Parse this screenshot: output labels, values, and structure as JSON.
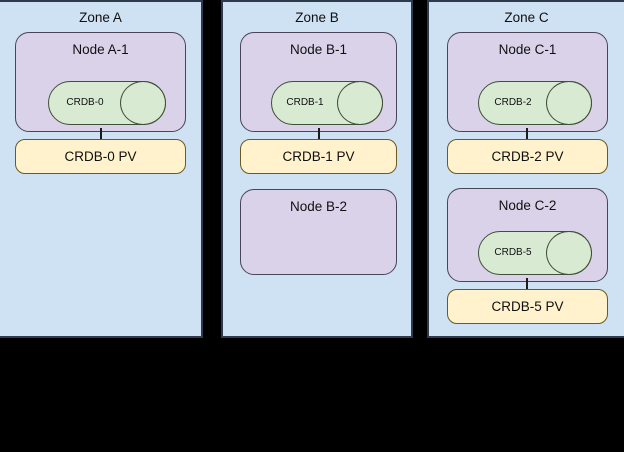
{
  "diagram": {
    "type": "architecture-diagram",
    "title": "",
    "colors": {
      "zone_background": "#cfe2f3",
      "zone_border": "#2f3b4d",
      "node_background": "#d9d2e9",
      "node_border": "#4a4458",
      "pod_background": "#d9ead3",
      "pod_border": "#3f5036",
      "pv_background": "#fff2cc",
      "pv_border": "#6b5a22",
      "connector": "#1b1b1b",
      "page_background": "#000000"
    },
    "zones": [
      {
        "id": "zone-a",
        "label": "Zone A",
        "nodes": [
          {
            "id": "node-a-1",
            "label": "Node A-1",
            "pod": {
              "id": "crdb-0",
              "label": "CRDB-0",
              "shape": "cylinder"
            },
            "pv": {
              "id": "crdb-0-pv",
              "label": "CRDB-0 PV"
            },
            "connected": true
          }
        ]
      },
      {
        "id": "zone-b",
        "label": "Zone B",
        "nodes": [
          {
            "id": "node-b-1",
            "label": "Node B-1",
            "pod": {
              "id": "crdb-1",
              "label": "CRDB-1",
              "shape": "cylinder"
            },
            "pv": {
              "id": "crdb-1-pv",
              "label": "CRDB-1 PV"
            },
            "connected": true
          },
          {
            "id": "node-b-2",
            "label": "Node B-2",
            "pod": null,
            "pv": null,
            "connected": false
          }
        ]
      },
      {
        "id": "zone-c",
        "label": "Zone C",
        "nodes": [
          {
            "id": "node-c-1",
            "label": "Node C-1",
            "pod": {
              "id": "crdb-2",
              "label": "CRDB-2",
              "shape": "cylinder"
            },
            "pv": {
              "id": "crdb-2-pv",
              "label": "CRDB-2 PV"
            },
            "connected": true
          },
          {
            "id": "node-c-2",
            "label": "Node C-2",
            "pod": {
              "id": "crdb-5",
              "label": "CRDB-5",
              "shape": "cylinder"
            },
            "pv": {
              "id": "crdb-5-pv",
              "label": "CRDB-5 PV"
            },
            "connected": true
          }
        ]
      }
    ]
  }
}
